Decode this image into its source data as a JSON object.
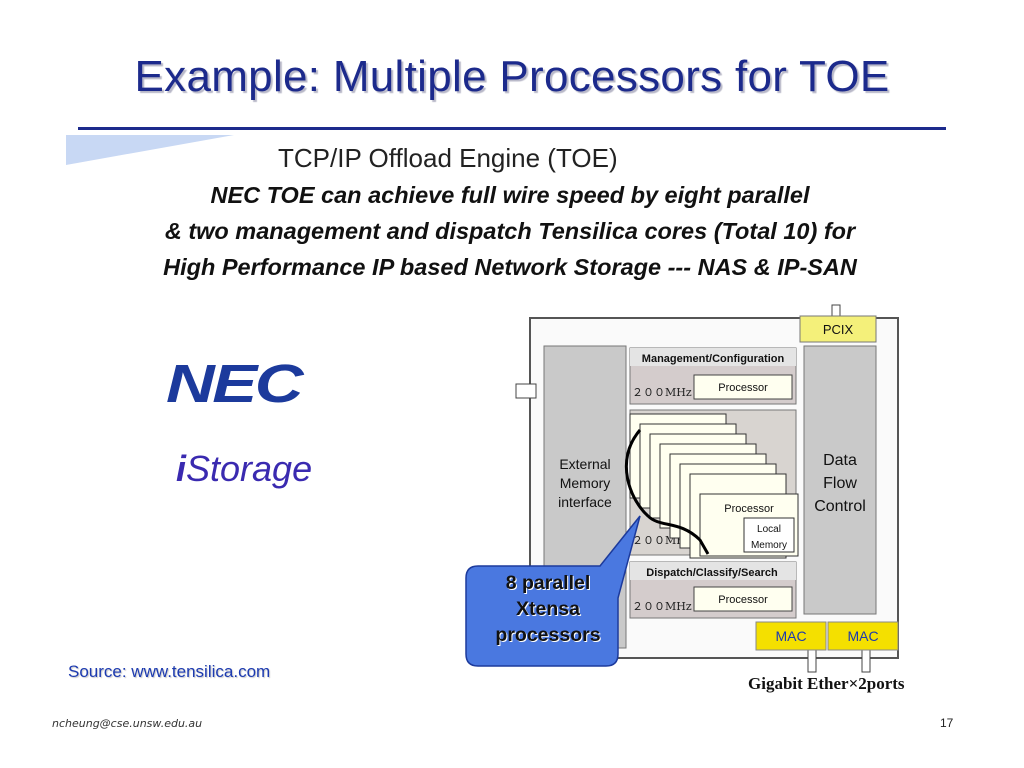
{
  "slide": {
    "title": "Example: Multiple Processors for TOE",
    "toe_name": "TCP/IP Offload Engine (TOE)",
    "headline_lines": [
      "NEC TOE can achieve full wire speed by eight parallel",
      "& two management and dispatch Tensilica cores (Total 10) for",
      "High Performance IP based Network Storage --- NAS & IP-SAN"
    ],
    "logos": {
      "nec": "NEC",
      "istorage_prefix": "i",
      "istorage_rest": "Storage"
    },
    "source": "Source: www.tensilica.com",
    "footer_email": "ncheung@cse.unsw.edu.au",
    "page_number": "17"
  },
  "diagram": {
    "pcix": "PCIX",
    "external_memory": [
      "External",
      "Memory",
      "interface"
    ],
    "data_flow": [
      "Data",
      "Flow",
      "Control"
    ],
    "management_label": "Management/Configuration",
    "dispatch_label": "Dispatch/Classify/Search",
    "freq": "２００MHz",
    "processor": "Processor",
    "local_memory": [
      "Local",
      "Memory"
    ],
    "mac": "MAC",
    "ports": "Gigabit Ether×2ports",
    "callout": [
      "8 parallel",
      "Xtensa",
      "processors"
    ]
  },
  "colors": {
    "title": "#1c2a8c",
    "callout_fill": "#4a78e0",
    "pcix_fill": "#f4f07a",
    "mac_fill": "#f4e000"
  }
}
